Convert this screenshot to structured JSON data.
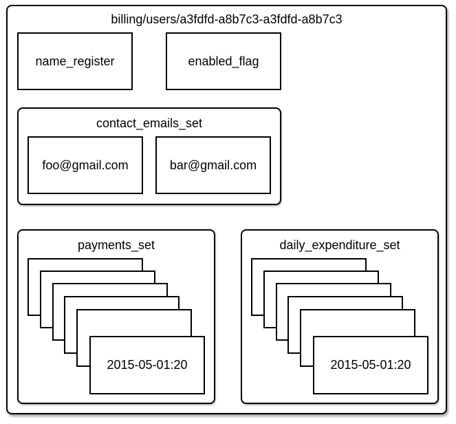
{
  "root": {
    "title": "billing/users/a3fdfd-a8b7c3-a3fdfd-a8b7c3",
    "registers": [
      {
        "label": "name_register"
      },
      {
        "label": "enabled_flag"
      }
    ],
    "contact_emails_set": {
      "title": "contact_emails_set",
      "items": [
        "foo@gmail.com",
        "bar@gmail.com"
      ]
    },
    "payments_set": {
      "title": "payments_set",
      "front_label": "2015-05-01:20"
    },
    "daily_expenditure_set": {
      "title": "daily_expenditure_set",
      "front_label": "2015-05-01:20"
    }
  }
}
